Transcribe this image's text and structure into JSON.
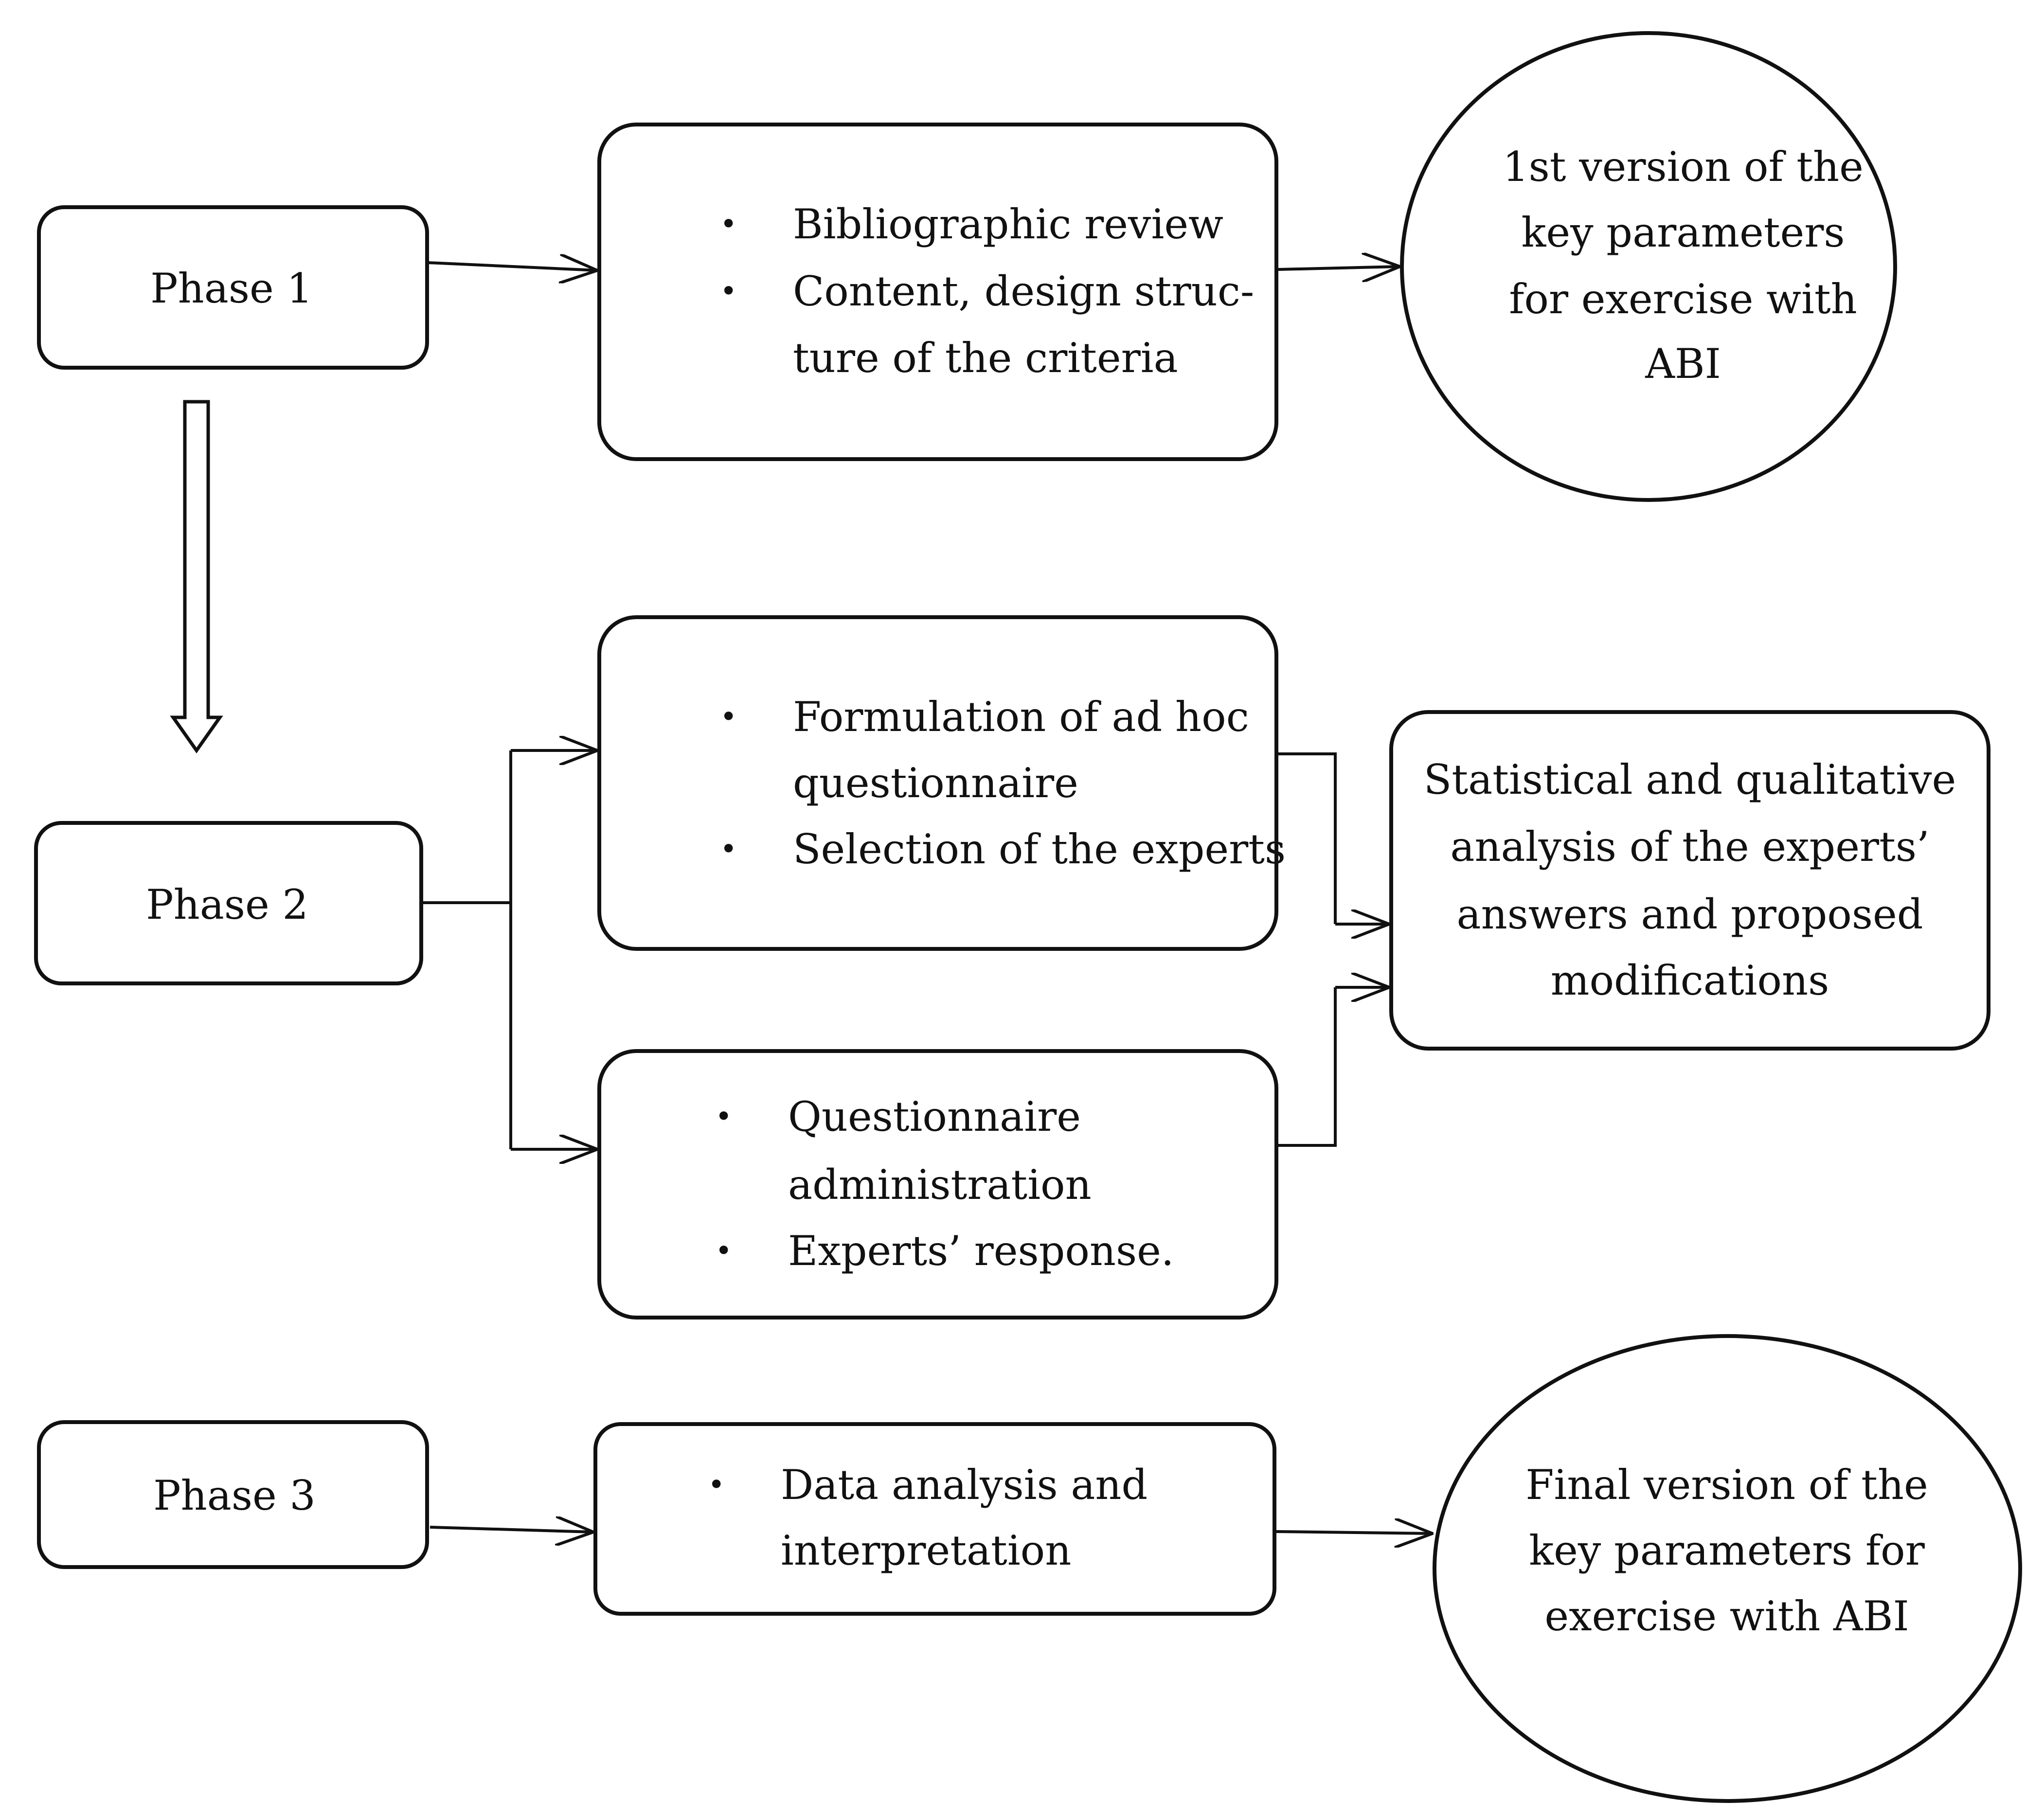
{
  "phases": {
    "phase1": "Phase 1",
    "phase2": "Phase 2",
    "phase3": "Phase 3"
  },
  "phase1_box": {
    "items": [
      "Bibliographic review",
      "Content, design struc-",
      "ture of the criteria"
    ]
  },
  "phase1_result": [
    "1st version of the",
    "key parameters",
    "for exercise with",
    "ABI"
  ],
  "phase2_box_top": {
    "items": [
      "Formulation of ad hoc",
      "questionnaire",
      "Selection of the experts"
    ]
  },
  "phase2_box_bottom": {
    "items": [
      "Questionnaire",
      "administration",
      "Experts’ response."
    ]
  },
  "phase2_result": [
    "Statistical and qualitative",
    "analysis of the experts’",
    "answers and proposed",
    "modifications"
  ],
  "phase3_box": {
    "items": [
      "Data analysis and",
      "interpretation"
    ]
  },
  "phase3_result": [
    "Final version of the",
    "key parameters for",
    "exercise with ABI"
  ],
  "bullet_symbol": "•",
  "colors": {
    "line": "#111111",
    "background": "#ffffff"
  }
}
